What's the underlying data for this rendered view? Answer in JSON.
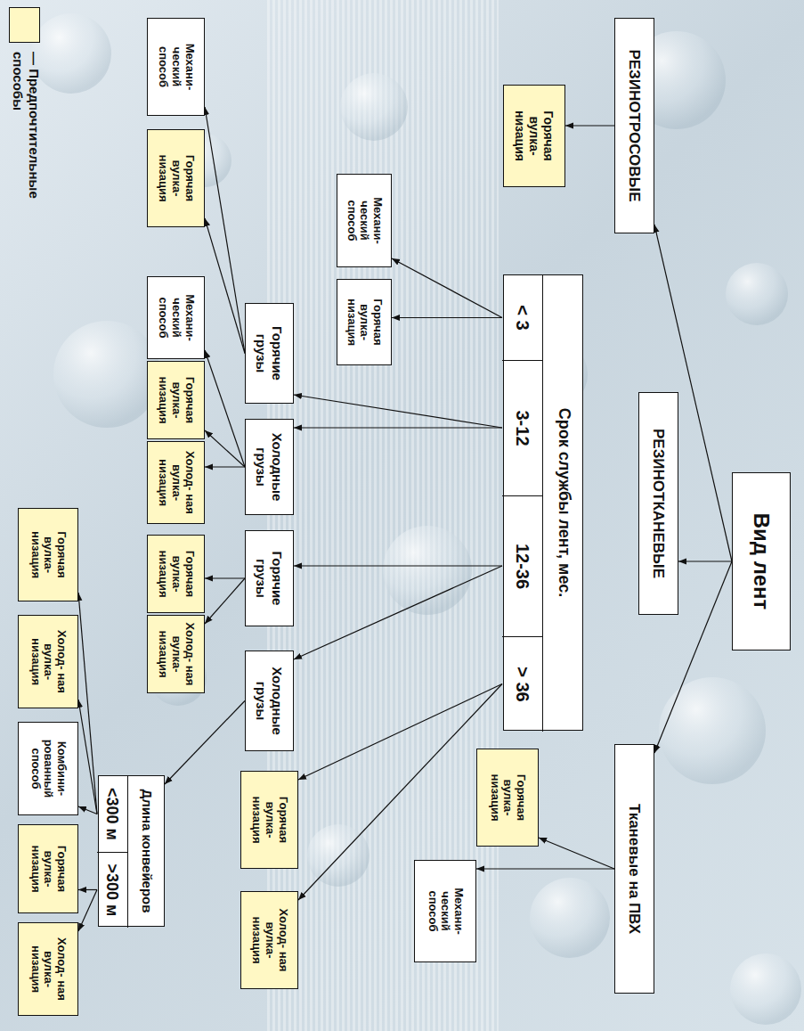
{
  "diagram": {
    "nodes": [
      {
        "text": [
          "Вид лент"
        ]
      },
      {
        "text": [
          "РЕЗИНОТРОСОВЫЕ"
        ]
      },
      {
        "text": [
          "РЕЗИНОТКАНЕВЫЕ"
        ]
      },
      {
        "text": [
          "Тканевые на ПВХ"
        ]
      },
      {
        "text": [
          "Горячая вулка- низация"
        ]
      },
      {
        "text": [
          "Срок службы лент, мес."
        ]
      },
      {
        "text": [
          "< 3"
        ],
        "in": 5
      },
      {
        "text": [
          "3-12"
        ],
        "in": 5
      },
      {
        "text": [
          "12-36"
        ],
        "in": 5
      },
      {
        "text": [
          "> 36"
        ],
        "in": 5
      },
      {
        "text": [
          "Горячая вулка- низация"
        ]
      },
      {
        "text": [
          "Механи- ческий способ"
        ]
      },
      {
        "text": [
          "Механи- ческий способ"
        ]
      },
      {
        "text": [
          "Горячая вулка- низация"
        ]
      },
      {
        "text": [
          "Горячие грузы"
        ]
      },
      {
        "text": [
          "Холодные грузы"
        ]
      },
      {
        "text": [
          "Горячие грузы"
        ]
      },
      {
        "text": [
          "Холодные грузы"
        ]
      },
      {
        "text": [
          "Горячая вулка- низация"
        ]
      },
      {
        "text": [
          "Холод- ная вулка- низация"
        ]
      },
      {
        "text": [
          "Механи- ческий способ"
        ]
      },
      {
        "text": [
          "Горячая вулка- низация"
        ]
      },
      {
        "text": [
          "Механи- ческий способ"
        ]
      },
      {
        "text": [
          "Горячая вулка- низация"
        ]
      },
      {
        "text": [
          "Холод- ная вулка- низация"
        ]
      },
      {
        "text": [
          "Горячая вулка- низация"
        ]
      },
      {
        "text": [
          "Холод- ная вулка- низация"
        ]
      },
      {
        "text": [
          "Длина конвейеров"
        ]
      },
      {
        "text": [
          "<300 м"
        ],
        "in": 27
      },
      {
        "text": [
          ">300 м"
        ],
        "in": 27
      },
      {
        "text": [
          "Горячая вулка- низация"
        ]
      },
      {
        "text": [
          "Холод- ная вулка- низация"
        ]
      },
      {
        "text": [
          "Комбини- рованный способ"
        ]
      },
      {
        "text": [
          "Горячая вулка- низация"
        ]
      },
      {
        "text": [
          "Холод- ная вулка- низация"
        ]
      }
    ],
    "edges": [
      {
        "from": 0,
        "to": 1,
        "arrow": "to"
      },
      {
        "from": 0,
        "to": 2,
        "arrow": "to"
      },
      {
        "from": 0,
        "to": 3,
        "arrow": "to"
      },
      {
        "from": 1,
        "to": 4,
        "arrow": "to"
      },
      {
        "from": 3,
        "to": 10,
        "arrow": "to"
      },
      {
        "from": 3,
        "to": 11,
        "arrow": "to"
      },
      {
        "from": 6,
        "to": 12,
        "arrow": "to"
      },
      {
        "from": 6,
        "to": 13,
        "arrow": "to"
      },
      {
        "from": 7,
        "to": 14,
        "arrow": "to"
      },
      {
        "from": 7,
        "to": 15,
        "arrow": "to"
      },
      {
        "from": 8,
        "to": 16,
        "arrow": "to"
      },
      {
        "from": 8,
        "to": 17,
        "arrow": "to"
      },
      {
        "from": 9,
        "to": 18,
        "arrow": "to"
      },
      {
        "from": 9,
        "to": 19,
        "arrow": "to"
      },
      {
        "from": 14,
        "to": 20,
        "arrow": "to"
      },
      {
        "from": 14,
        "to": 21,
        "arrow": "to"
      },
      {
        "from": 15,
        "to": 22,
        "arrow": "to"
      },
      {
        "from": 15,
        "to": 23,
        "arrow": "to"
      },
      {
        "from": 15,
        "to": 24,
        "arrow": "to"
      },
      {
        "from": 16,
        "to": 25,
        "arrow": "to"
      },
      {
        "from": 16,
        "to": 26,
        "arrow": "to"
      },
      {
        "from": 17,
        "to": 27,
        "arrow": "to"
      },
      {
        "from": 28,
        "to": 30,
        "arrow": "to"
      },
      {
        "from": 28,
        "to": 31,
        "arrow": "to"
      },
      {
        "from": 28,
        "to": 32,
        "arrow": "to"
      },
      {
        "from": 29,
        "to": 33,
        "arrow": "to"
      },
      {
        "from": 29,
        "to": 34,
        "arrow": "to"
      }
    ],
    "legend": [
      {
        "text": "— Предпочтительные способы",
        "color": "#fff8c4"
      }
    ]
  }
}
